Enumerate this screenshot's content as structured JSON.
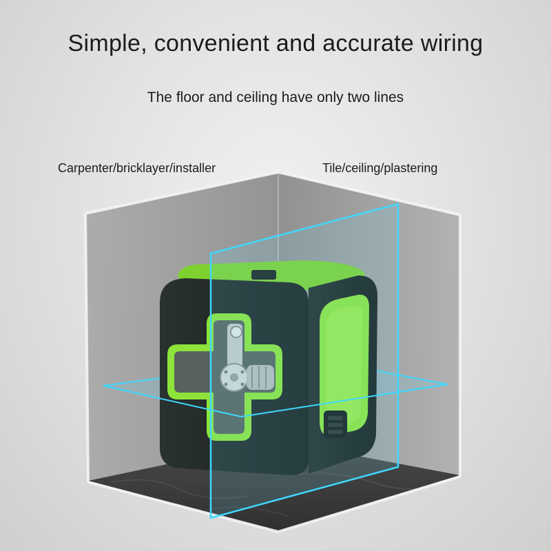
{
  "headline": "Simple, convenient and accurate wiring",
  "subline": "The floor and ceiling have only two lines",
  "labels": {
    "left": "Carpenter/bricklayer/installer",
    "right": "Tile/ceiling/plastering"
  },
  "colors": {
    "laser": "#3fd8ff",
    "device_body": "#1f2624",
    "device_accent": "#8ee43a",
    "floor": "#3a3a3a"
  },
  "icons": [
    "laser-level-device",
    "laser-plane-vertical",
    "laser-plane-horizontal",
    "transparent-room-box"
  ]
}
